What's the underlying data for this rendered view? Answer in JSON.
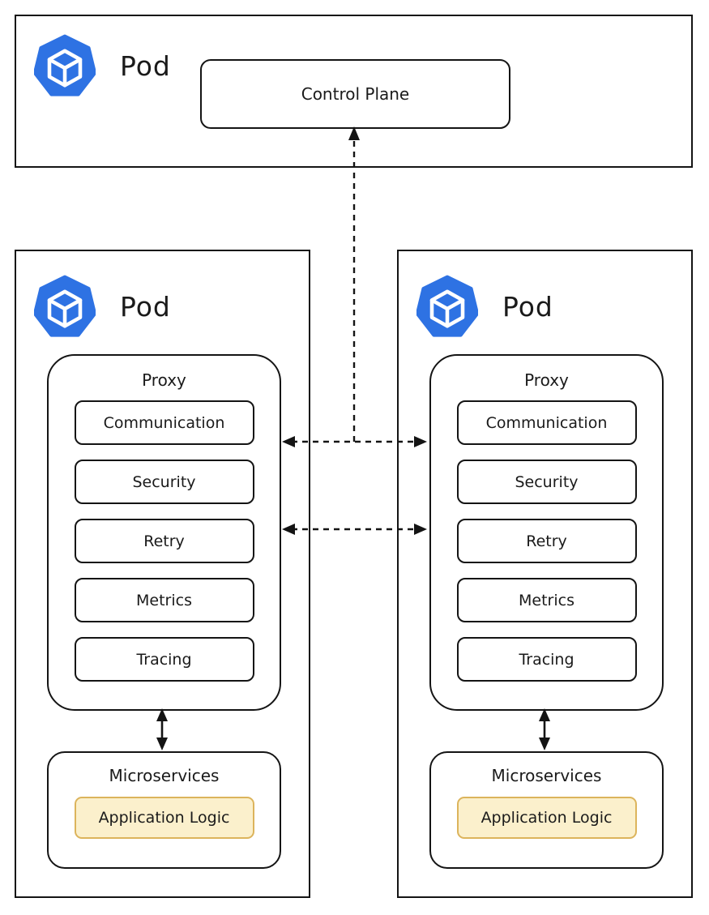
{
  "colors": {
    "stroke": "#141414",
    "icon_blue": "#2E72E3",
    "highlight_fill": "#FBF0CC",
    "highlight_border": "#DCB45C"
  },
  "control_pod": {
    "label": "Pod",
    "control_plane": "Control Plane"
  },
  "pods": [
    {
      "label": "Pod",
      "proxy_title": "Proxy",
      "features": [
        "Communication",
        "Security",
        "Retry",
        "Metrics",
        "Tracing"
      ],
      "microservices_title": "Microservices",
      "application": "Application Logic"
    },
    {
      "label": "Pod",
      "proxy_title": "Proxy",
      "features": [
        "Communication",
        "Security",
        "Retry",
        "Metrics",
        "Tracing"
      ],
      "microservices_title": "Microservices",
      "application": "Application Logic"
    }
  ]
}
